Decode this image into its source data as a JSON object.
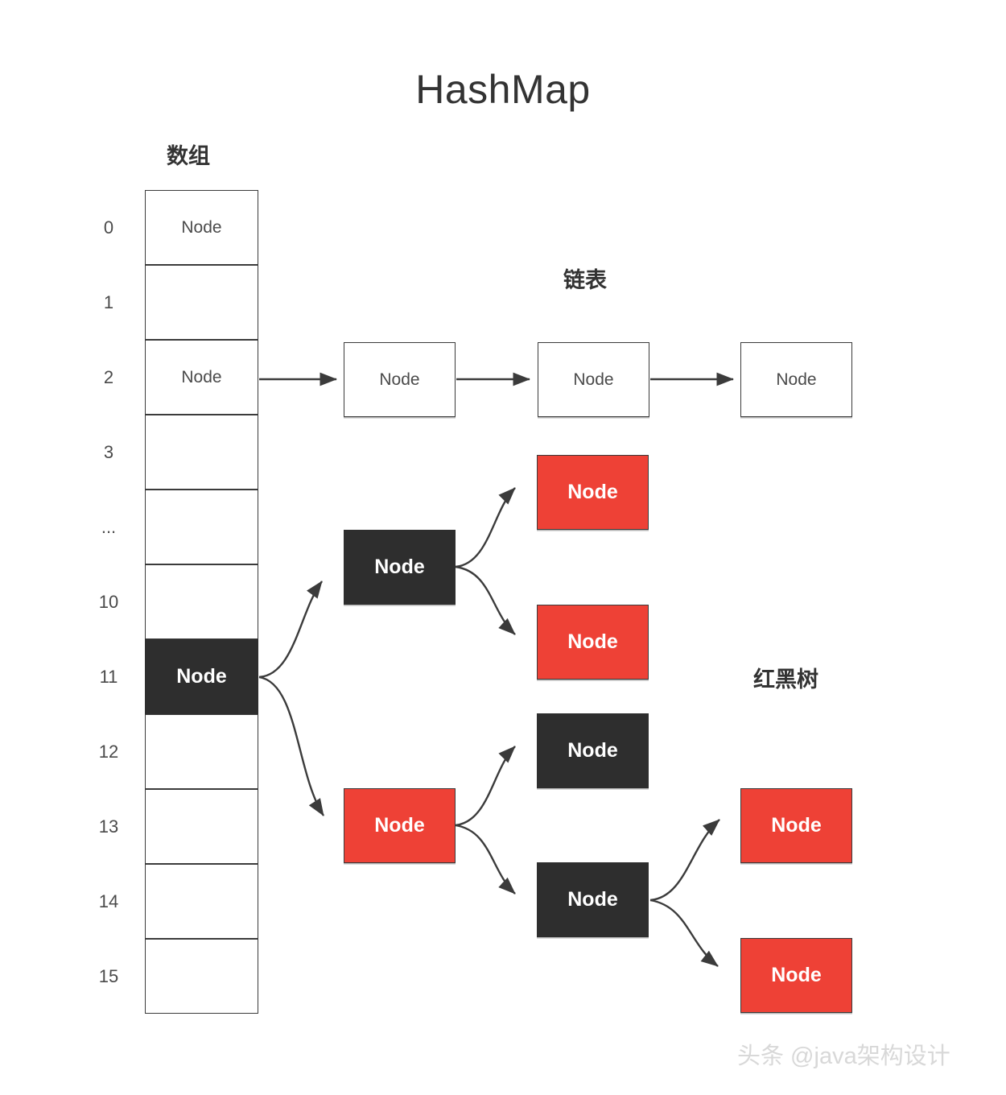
{
  "page": {
    "title": "HashMap",
    "background_color": "#ffffff"
  },
  "colors": {
    "red_node": "#ee4136",
    "black_node": "#2e2e2e",
    "white_node": "#ffffff",
    "stroke": "#3b3b3b",
    "text_dark": "#4a4a4a",
    "watermark": "#d8d8d8"
  },
  "captions": {
    "array": "数组",
    "linked_list": "链表",
    "red_black_tree": "红黑树"
  },
  "array": {
    "label": "数组",
    "cells": [
      {
        "index": "0",
        "value": "Node",
        "style": "white"
      },
      {
        "index": "1",
        "value": "",
        "style": "white"
      },
      {
        "index": "2",
        "value": "Node",
        "style": "white"
      },
      {
        "index": "3",
        "value": "",
        "style": "white"
      },
      {
        "index": "...",
        "value": "",
        "style": "white"
      },
      {
        "index": "10",
        "value": "",
        "style": "white"
      },
      {
        "index": "11",
        "value": "Node",
        "style": "dark"
      },
      {
        "index": "12",
        "value": "",
        "style": "white"
      },
      {
        "index": "13",
        "value": "",
        "style": "white"
      },
      {
        "index": "14",
        "value": "",
        "style": "white"
      },
      {
        "index": "15",
        "value": "",
        "style": "white"
      }
    ]
  },
  "linked_list": {
    "label": "链表",
    "source_index": "2",
    "nodes": [
      {
        "value": "Node",
        "style": "white"
      },
      {
        "value": "Node",
        "style": "white"
      },
      {
        "value": "Node",
        "style": "white"
      }
    ]
  },
  "red_black_tree": {
    "label": "红黑树",
    "source_index": "11",
    "nodes": [
      {
        "id": "t-black-1",
        "value": "Node",
        "style": "black"
      },
      {
        "id": "t-red-1",
        "value": "Node",
        "style": "red"
      },
      {
        "id": "t-red-2",
        "value": "Node",
        "style": "red"
      },
      {
        "id": "t-red-3",
        "value": "Node",
        "style": "red"
      },
      {
        "id": "t-black-2",
        "value": "Node",
        "style": "black"
      },
      {
        "id": "t-black-3",
        "value": "Node",
        "style": "black"
      },
      {
        "id": "t-red-4",
        "value": "Node",
        "style": "red"
      },
      {
        "id": "t-red-5",
        "value": "Node",
        "style": "red"
      }
    ]
  },
  "watermark": {
    "text": "头条 @java架构设计"
  }
}
